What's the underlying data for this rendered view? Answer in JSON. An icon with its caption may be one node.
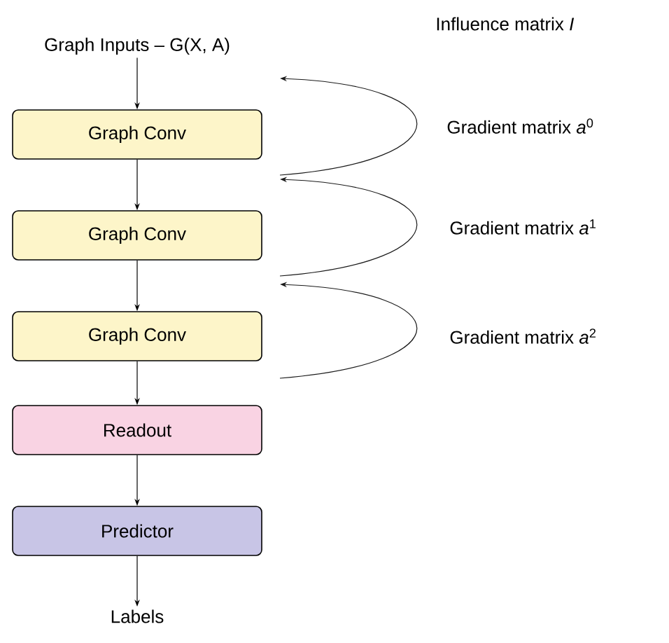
{
  "diagram": {
    "nodes": [
      {
        "text": [
          "Graph Inputs – G(X, A)"
        ]
      },
      {
        "text": [
          "Graph Conv"
        ]
      },
      {
        "text": [
          "Graph Conv"
        ]
      },
      {
        "text": [
          "Graph Conv"
        ]
      },
      {
        "text": [
          "Readout"
        ]
      },
      {
        "text": [
          "Predictor"
        ]
      },
      {
        "text": [
          "Labels"
        ]
      }
    ],
    "edges": [
      {
        "from": 0,
        "to": 1,
        "arrow": "to"
      },
      {
        "from": 1,
        "to": 2,
        "arrow": "to"
      },
      {
        "from": 2,
        "to": 3,
        "arrow": "to"
      },
      {
        "from": 3,
        "to": 4,
        "arrow": "to"
      },
      {
        "from": 4,
        "to": 5,
        "arrow": "to"
      },
      {
        "from": 5,
        "to": 6,
        "arrow": "to"
      }
    ],
    "labels": [
      "Influence matrix *I*",
      "Gradient matrix *a*$^{0}$",
      "Gradient matrix *a*$^{1}$",
      "Gradient matrix *a*$^{2}$"
    ]
  }
}
